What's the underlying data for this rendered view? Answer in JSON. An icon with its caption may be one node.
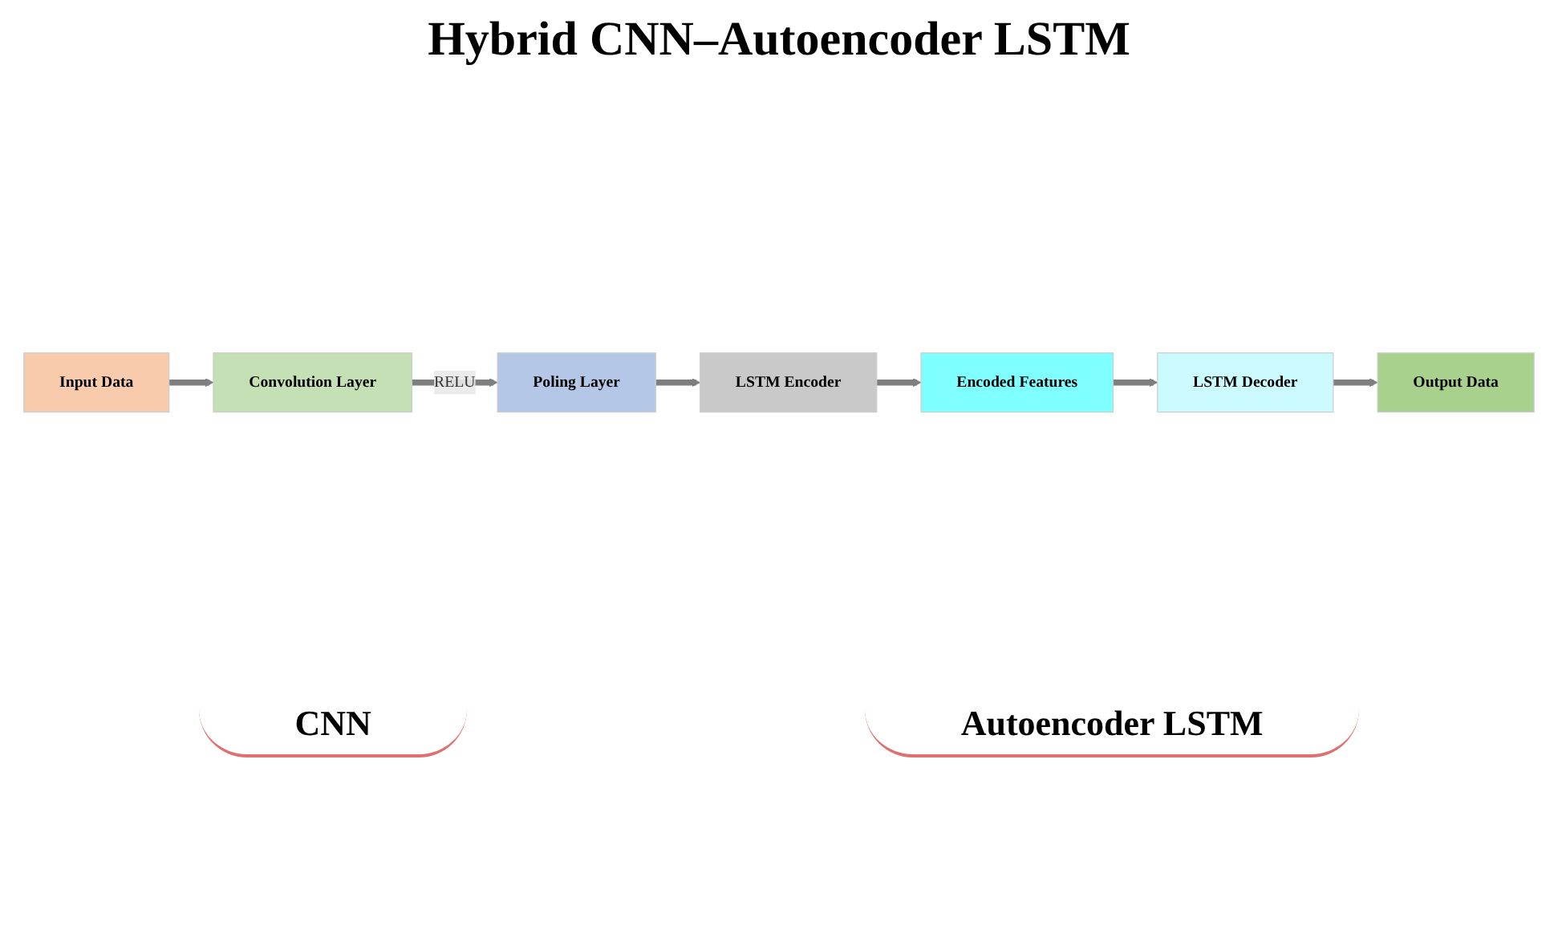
{
  "diagram": {
    "title": "Hybrid CNN–Autoencoder LSTM",
    "nodes": [
      {
        "text": [
          "Input Data"
        ]
      },
      {
        "text": [
          "Convolution Layer"
        ]
      },
      {
        "text": [
          "Poling Layer"
        ]
      },
      {
        "text": [
          "LSTM Encoder"
        ]
      },
      {
        "text": [
          "Encoded Features"
        ]
      },
      {
        "text": [
          "LSTM Decoder"
        ]
      },
      {
        "text": [
          "Output Data"
        ]
      }
    ],
    "edges": [
      {
        "from": 0,
        "to": 1,
        "arrow": "to"
      },
      {
        "from": 1,
        "to": 2,
        "arrow": "to",
        "label": "RELU"
      },
      {
        "from": 2,
        "to": 3,
        "arrow": "to"
      },
      {
        "from": 3,
        "to": 4,
        "arrow": "to"
      },
      {
        "from": 4,
        "to": 5,
        "arrow": "to"
      },
      {
        "from": 5,
        "to": 6,
        "arrow": "to"
      }
    ],
    "labels": [
      "CNN",
      "Autoencoder LSTM"
    ]
  }
}
